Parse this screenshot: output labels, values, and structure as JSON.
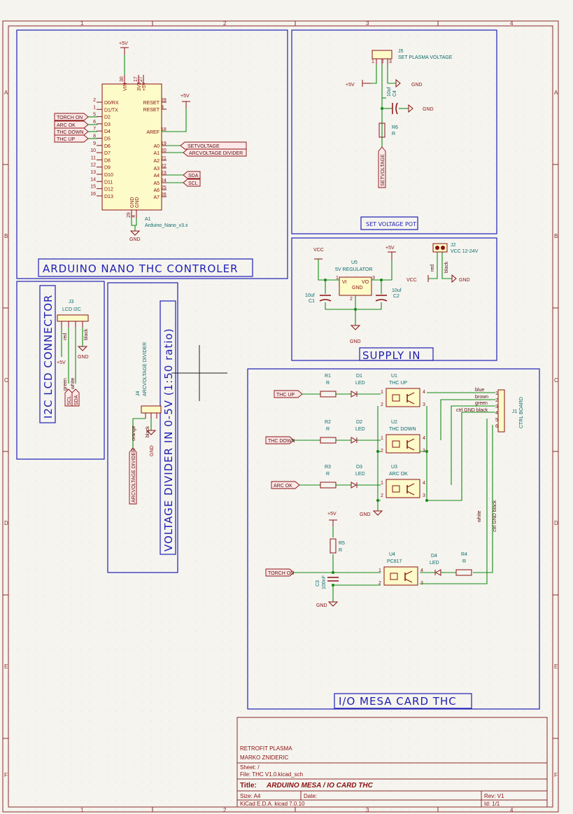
{
  "frame": {
    "columns": [
      "1",
      "2",
      "3",
      "4"
    ],
    "rows": [
      "A",
      "B",
      "C",
      "D",
      "E",
      "F"
    ]
  },
  "blocks": {
    "arduino": "ARDUINO NANO THC CONTROLER",
    "setpot": "SET VOLTAGE POT",
    "supply": "SUPPLY IN",
    "lcd": "I2C LCD CONNECTOR",
    "divider": "VOLTAGE DIVIDER IN 0-5V (1:50 ratio)",
    "mesa": "I/O MESA CARD THC"
  },
  "arduino": {
    "ref": "A1",
    "value": "Arduino_Nano_v3.x",
    "left_pins": [
      "D0/RX",
      "D1/TX",
      "D2",
      "D3",
      "D4",
      "D5",
      "D6",
      "D7",
      "D8",
      "D9",
      "D10",
      "D11",
      "D12",
      "D13"
    ],
    "left_nums": [
      "2",
      "1",
      "5",
      "6",
      "7",
      "8",
      "9",
      "10",
      "11",
      "12",
      "13",
      "14",
      "15",
      "16"
    ],
    "right_pins": [
      "RESET",
      "RESET",
      "AREF",
      "A0",
      "A1",
      "A2",
      "A3",
      "A4",
      "A5",
      "A6",
      "A7"
    ],
    "right_nums": [
      "28",
      "3",
      "18",
      "19",
      "20",
      "21",
      "22",
      "23",
      "24",
      "25",
      "26"
    ],
    "top_pins": [
      "VIN",
      "3V3",
      "+5V"
    ],
    "top_nums": [
      "30",
      "17",
      "27"
    ],
    "gnd_pins": [
      "GND",
      "GND"
    ],
    "gnd_nums": [
      "29",
      "4"
    ],
    "labels_left": [
      "TORCH ON",
      "ARC OK",
      "THC DOWN",
      "THC UP"
    ],
    "labels_right": [
      "SETVOLTAGE",
      "ARCVOLTAGE DIVIDER",
      "SDA",
      "SCL"
    ],
    "power": [
      "+5V",
      "+5V",
      "GND"
    ]
  },
  "pot": {
    "ref": "J5",
    "value": "SET PLASMA VOLTAGE",
    "pins": [
      "1",
      "2",
      "3"
    ],
    "cap_ref": "C4",
    "cap_value": "10uf",
    "res_ref": "R6",
    "res_value": "R",
    "label": "SETVOLTAGE",
    "power": [
      "+5V",
      "GND",
      "GND"
    ]
  },
  "supply": {
    "reg_ref": "U5",
    "reg_value": "5V REGULATOR",
    "reg_pins": [
      "VI",
      "GND",
      "VO"
    ],
    "reg_nums": [
      "1",
      "2",
      "3"
    ],
    "c1_ref": "C1",
    "c1_value": "10uf",
    "c2_ref": "C2",
    "c2_value": "10uf",
    "conn_ref": "J2",
    "conn_value": "VCC 12-24V",
    "wire_colors": [
      "red",
      "black"
    ],
    "power": [
      "VCC",
      "+5V",
      "GND",
      "VCC",
      "GND"
    ]
  },
  "lcd": {
    "ref": "J3",
    "value": "LCD I2C",
    "wires": [
      "red",
      "black",
      "green",
      "white"
    ],
    "labels": [
      "SCL",
      "SDA"
    ],
    "power": [
      "+5V",
      "GND"
    ]
  },
  "divider": {
    "ref": "J4",
    "value": "ARCVOLTAGE DIVIDER",
    "wires": [
      "orange",
      "black"
    ],
    "label": "ARCVOLTAGE DIVIDER",
    "power": [
      "GND"
    ]
  },
  "mesa": {
    "inputs": [
      "THC UP",
      "THC DOWN",
      "ARC OK",
      "TORCH ON"
    ],
    "resistors": [
      "R1",
      "R2",
      "R3",
      "R5",
      "R4"
    ],
    "res_value": "R",
    "leds": [
      "D1",
      "D2",
      "D3",
      "D4"
    ],
    "led_value": "LED",
    "opto": [
      {
        "ref": "U1",
        "value": "THC UP"
      },
      {
        "ref": "U2",
        "value": "THC DOWN"
      },
      {
        "ref": "U3",
        "value": "ARC OK"
      },
      {
        "ref": "U4",
        "value": "PC817"
      }
    ],
    "cap_ref": "C3",
    "cap_value": "100nF",
    "conn_ref": "J1",
    "conn_value": "CTRL BOARD",
    "conn_wires": [
      "blue",
      "brown",
      "green",
      "ctrl GND black"
    ],
    "vertical_wires": [
      "white",
      "ctrl GND black"
    ],
    "pin_nums": [
      "1",
      "2",
      "3",
      "4",
      "5",
      "6"
    ],
    "power": [
      "+5V",
      "GND",
      "GND"
    ]
  },
  "titleblock": {
    "company": "RETROFIT PLASMA",
    "author": "MARKO ZNIDERIC",
    "sheet": "Sheet: /",
    "file": "File: THC V1.0.kicad_sch",
    "title_prefix": "Title:",
    "title": "ARDUINO MESA / IO CARD THC",
    "size": "Size: A4",
    "date": "Date:",
    "rev": "Rev: V1",
    "tool": "KiCad E.D.A.  kicad 7.0.10",
    "id": "Id: 1/1"
  }
}
